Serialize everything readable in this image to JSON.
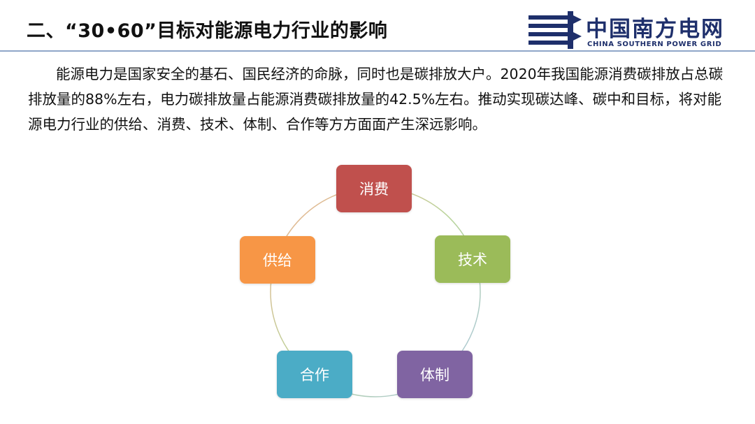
{
  "header": {
    "title": "二、“30•60”目标对能源电力行业的影响",
    "logo_cn": "中国南方电网",
    "logo_en": "CHINA SOUTHERN POWER GRID",
    "logo_icon": "csg-logo-icon"
  },
  "body": {
    "paragraph": "能源电力是国家安全的基石、国民经济的命脉，同时也是碳排放大户。2020年我国能源消费碳排放占总碳排放量的88%左右，电力碳排放量占能源消费碳排放量的42.5%左右。推动实现碳达峰、碳中和目标，将对能源电力行业的供给、消费、技术、体制、合作等方方面面产生深远影响。"
  },
  "cycle": {
    "nodes": [
      {
        "label": "消费",
        "color": "#c0504d"
      },
      {
        "label": "技术",
        "color": "#9bbb59"
      },
      {
        "label": "体制",
        "color": "#8064a2"
      },
      {
        "label": "合作",
        "color": "#4bacc6"
      },
      {
        "label": "供给",
        "color": "#f79646"
      }
    ]
  },
  "colors": {
    "brand": "#1e2f6b",
    "header_rule": "#8fa6c9"
  }
}
